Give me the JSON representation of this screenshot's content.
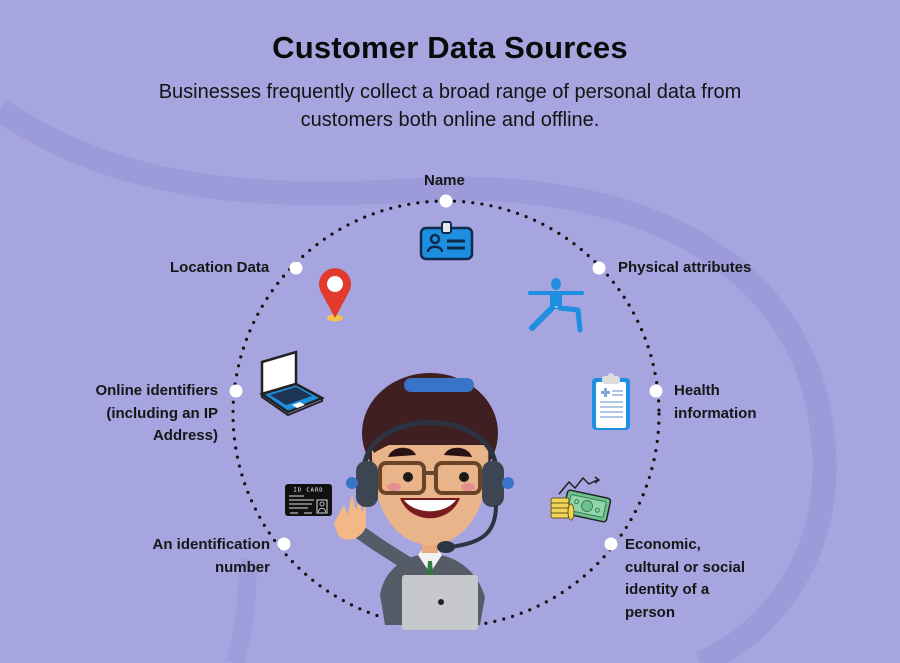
{
  "header": {
    "title": "Customer Data Sources",
    "subtitle": "Businesses frequently collect a broad range of personal data from customers both online and offline."
  },
  "colors": {
    "background": "#a7a5e0",
    "swoosh": "#9d9ad9",
    "node": "#ffffff",
    "dots": "#111111",
    "icon_blue": "#1e8fe0",
    "pin_red": "#e23a2c"
  },
  "center_figure": {
    "icon": "customer-support-agent-with-headset"
  },
  "data_sources": [
    {
      "id": "name",
      "label": "Name",
      "icon": "id-badge-icon"
    },
    {
      "id": "physical",
      "label": "Physical attributes",
      "icon": "yoga-pose-icon"
    },
    {
      "id": "health",
      "label_lines": [
        "Health",
        "information"
      ],
      "icon": "medical-clipboard-icon"
    },
    {
      "id": "economic",
      "label_lines": [
        "Economic,",
        "cultural or social",
        "identity of a",
        "person"
      ],
      "icon": "money-coins-icon"
    },
    {
      "id": "idnum",
      "label_lines": [
        "An identification",
        "number"
      ],
      "icon": "id-card-icon",
      "icon_text": "ID CARD"
    },
    {
      "id": "online",
      "label_lines": [
        "Online identifiers",
        "(including an IP",
        "Address)"
      ],
      "icon": "laptop-icon"
    },
    {
      "id": "location",
      "label": "Location Data",
      "icon": "location-pin-icon"
    }
  ]
}
